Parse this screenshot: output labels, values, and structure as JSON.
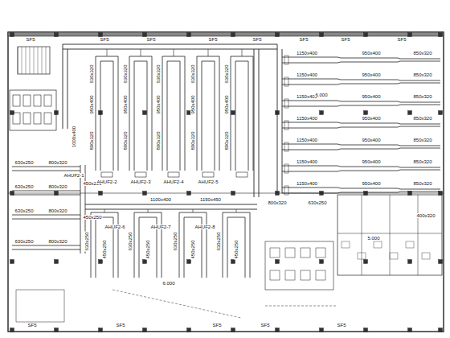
{
  "diagram": {
    "labels": [
      "SF5",
      "SF5",
      "SF5",
      "SF5",
      "SF5",
      "SF5",
      "SF5",
      "SF5",
      "1150x400",
      "950x400",
      "850x320",
      "1150x400",
      "950x400",
      "850x320",
      "1150x400",
      "950x400",
      "850x320",
      "1150x400",
      "950x400",
      "850x320",
      "1150x400",
      "950x400",
      "850x320",
      "1150x400",
      "950x400",
      "850x320",
      "1150x400",
      "950x400",
      "850x320",
      "630x320",
      "950x400",
      "800x320",
      "630x320",
      "950x400",
      "800x320",
      "630x320",
      "950x400",
      "800x320",
      "630x320",
      "950x400",
      "800x320",
      "630x320",
      "950x400",
      "800x320",
      "630x250",
      "800x320",
      "630x250",
      "800x320",
      "630x250",
      "800x320",
      "630x250",
      "800x320",
      "1000x400",
      "450x250",
      "450x250",
      "1100x400",
      "1150x450",
      "630x250",
      "450x250",
      "630x250",
      "450x250",
      "630x250",
      "450x250",
      "630x250",
      "450x250",
      "800x320",
      "630x250",
      "400x320",
      "6.000",
      "6.000",
      "5.000",
      "SF5",
      "SF5",
      "SF5",
      "SF5",
      "SF5",
      "AHUF2-1",
      "AHUF2-2",
      "AHUF2-3",
      "AHUF2-4",
      "AHUF2-5",
      "AHUF2-6",
      "AHUF2-7",
      "AHUF2-8"
    ]
  }
}
